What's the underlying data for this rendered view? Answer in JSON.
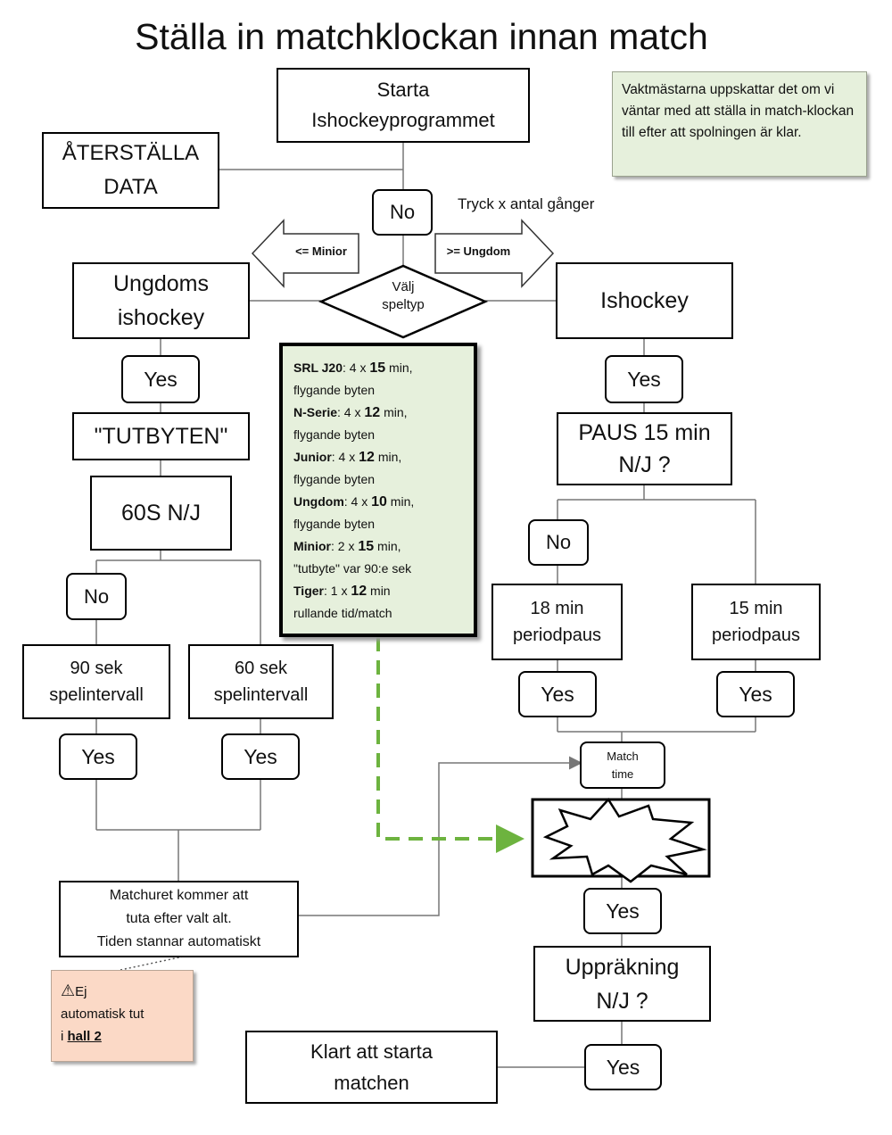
{
  "title": "Ställa in matchklockan innan match",
  "nodes": {
    "starta": "Starta\nIshockeyprogrammet",
    "aterstalla": "ÅTERSTÄLLA\nDATA",
    "no_top": "No",
    "tryck": "Tryck x antal gånger",
    "arrow_left": "<= Minior",
    "arrow_right": ">= Ungdom",
    "valj": "Välj\nspeltyp",
    "ungdom": "Ungdoms\nishockey",
    "ishockey": "Ishockey",
    "yes_left": "Yes",
    "tutbyten": "\"TUTBYTEN\"",
    "s60": "60S N/J",
    "no_left": "No",
    "sek90": "90 sek\nspelintervall",
    "sek60": "60 sek\nspelintervall",
    "yes_90": "Yes",
    "yes_60": "Yes",
    "matchuret": "Matchuret kommer att\ntuta efter valt alt.\nTiden stannar automatiskt",
    "yes_right": "Yes",
    "paus": "PAUS 15 min\nN/J ?",
    "no_right": "No",
    "min18": "18 min\nperiodpaus",
    "min15": "15 min\nperiodpaus",
    "yes_18": "Yes",
    "yes_15": "Yes",
    "match_time": "Match\ntime",
    "yes_bottom": "Yes",
    "upprakning": "Uppräkning\nN/J ?",
    "yes_final": "Yes",
    "klart": "Klart att starta\nmatchen"
  },
  "notes": {
    "vaktmastare": "Vaktmästarna uppskattar det om vi väntar med att ställa in match-klockan till efter att spolningen  är klar.",
    "ej_line1": "Ej",
    "ej_line2": "automatisk tut",
    "ej_line3_prefix": "i ",
    "ej_line3_link": "hall 2"
  },
  "rules": [
    {
      "name": "SRL J20",
      "sep": ":  4 x ",
      "num": "15",
      "unit": " min,",
      "desc": "flygande byten"
    },
    {
      "name": "N-Serie",
      "sep": ":  4 x ",
      "num": "12",
      "unit": " min,",
      "desc": "flygande byten"
    },
    {
      "name": "Junior",
      "sep": ":    4 x ",
      "num": "12",
      "unit": " min,",
      "desc": "flygande byten"
    },
    {
      "name": "Ungdom",
      "sep": ": 4 x ",
      "num": "10",
      "unit": " min,",
      "desc": "flygande byten"
    },
    {
      "name": "Minior",
      "sep": ":    2 x ",
      "num": "15",
      "unit": " min,",
      "desc": "\"tutbyte\" var 90:e sek"
    },
    {
      "name": "Tiger",
      "sep": ":      1 x ",
      "num": "12",
      "unit": " min",
      "desc": "rullande tid/match"
    }
  ],
  "colors": {
    "note_green": "#e6f0dc",
    "note_pink": "#fbd9c6",
    "dashed_arrow": "#6db33f"
  }
}
